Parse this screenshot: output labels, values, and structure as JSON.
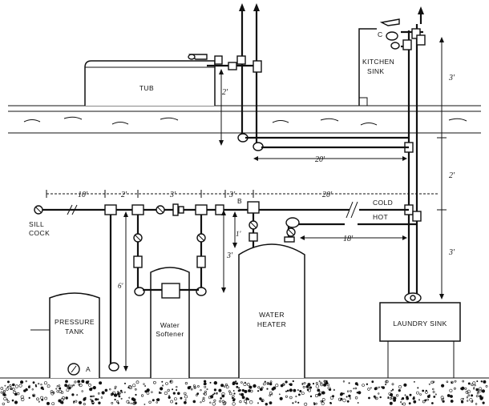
{
  "labels": {
    "tub": "TUB",
    "kitchen_sink_1": "KITCHEN",
    "kitchen_sink_2": "SINK",
    "sill_cock_1": "SILL",
    "sill_cock_2": "COCK",
    "pressure_tank_1": "PRESSURE",
    "pressure_tank_2": "TANK",
    "water_softener_1": "Water",
    "water_softener_2": "Softener",
    "water_heater_1": "WATER",
    "water_heater_2": "HEATER",
    "laundry_sink": "LAUNDRY SINK",
    "cold": "COLD",
    "hot": "HOT",
    "point_a": "A",
    "point_b": "B",
    "point_c": "C"
  },
  "dimensions": {
    "sill_to_tank": "10'",
    "tank_to_softener": "2'",
    "softener_span": "3'",
    "softener_to_heater": "3'",
    "heater_to_riser": "20'",
    "hot_run": "18'",
    "upper_run": "20'",
    "tub_drop": "2'",
    "kitchen_riser": "3'",
    "floor_to_main": "2'",
    "main_to_laundry": "3'",
    "tank_drop": "6'",
    "softener_drop": "3'",
    "heater_drop": "1'"
  }
}
